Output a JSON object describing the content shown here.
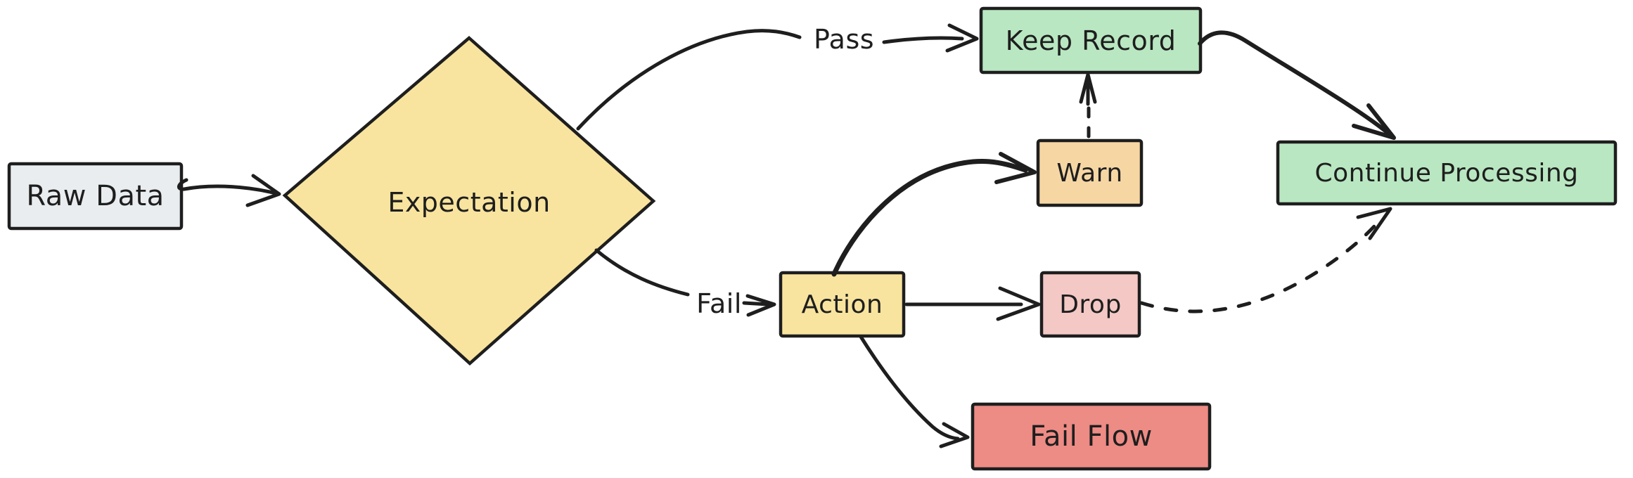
{
  "colors": {
    "ink": "#1e1e1e",
    "canvas-bg": "#ffffff",
    "node-gray": "#e9edef",
    "node-yellow": "#f8e49e",
    "node-green": "#b9e7c1",
    "node-orange": "#f6d7a4",
    "node-pink": "#f3c8c5",
    "node-red": "#ed8b85"
  },
  "nodes": {
    "raw_data": {
      "label": "Raw Data"
    },
    "expectation": {
      "label": "Expectation"
    },
    "keep_record": {
      "label": "Keep Record"
    },
    "continue_processing": {
      "label": "Continue Processing"
    },
    "action": {
      "label": "Action"
    },
    "warn": {
      "label": "Warn"
    },
    "drop": {
      "label": "Drop"
    },
    "fail_flow": {
      "label": "Fail Flow"
    }
  },
  "edge_labels": {
    "pass": "Pass",
    "fail": "Fail"
  }
}
